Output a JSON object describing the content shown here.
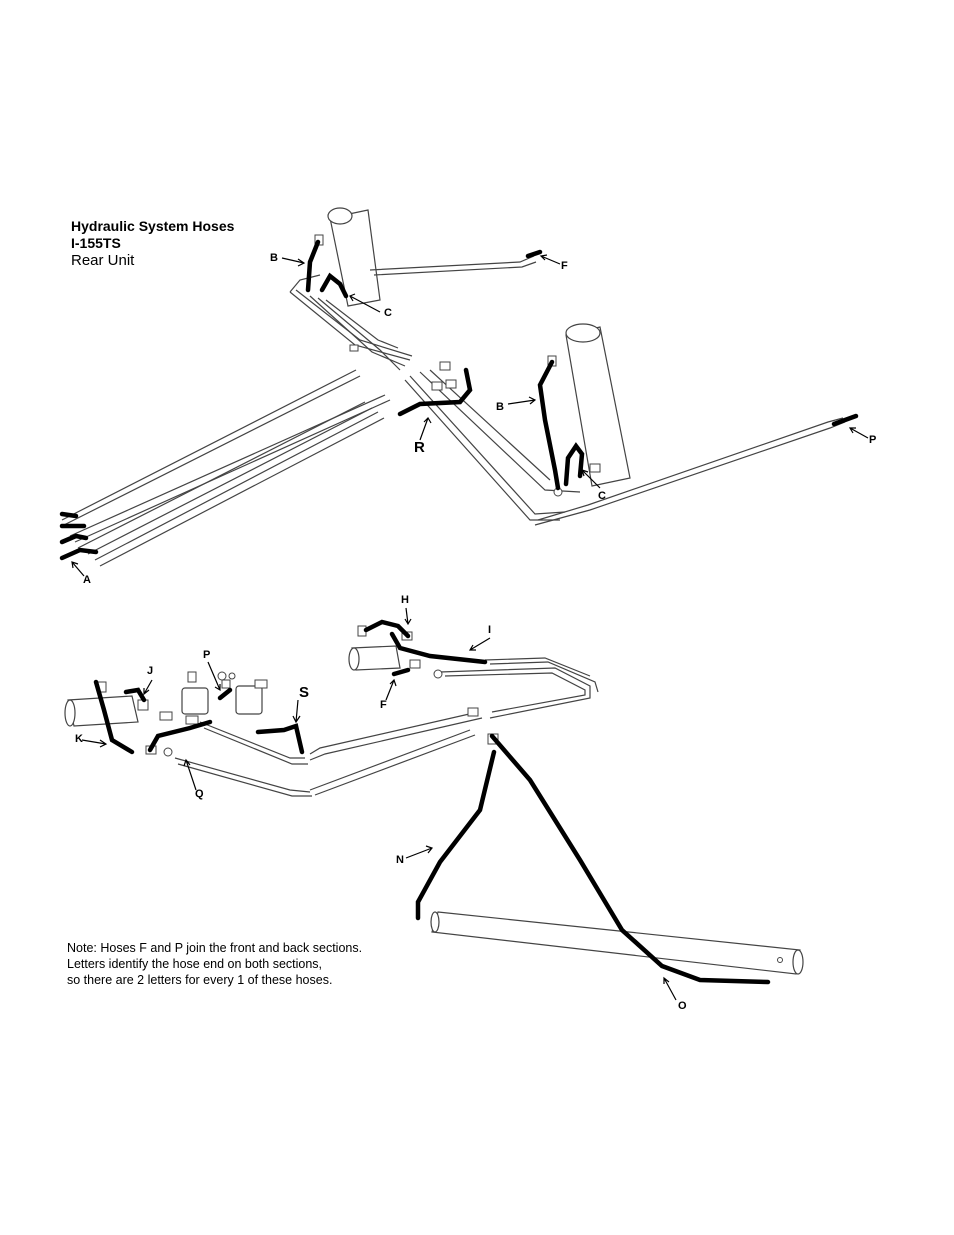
{
  "title": {
    "main": "Hydraulic System Hoses",
    "model": "I-155TS",
    "unit": "Rear Unit"
  },
  "note": {
    "line1": "Note: Hoses F and P join the front and back sections.",
    "line2": "Letters identify the hose end on both sections,",
    "line3": "so there are 2 letters for every 1 of these hoses."
  },
  "labels": {
    "rear_b1": "B",
    "rear_c1": "C",
    "rear_f": "F",
    "rear_r": "R",
    "rear_b2": "B",
    "rear_c2": "C",
    "rear_p": "P",
    "rear_a": "A",
    "front_h": "H",
    "front_i": "I",
    "front_p": "P",
    "front_j": "J",
    "front_s": "S",
    "front_f": "F",
    "front_k": "K",
    "front_q": "Q",
    "front_n": "N",
    "front_o": "O"
  }
}
